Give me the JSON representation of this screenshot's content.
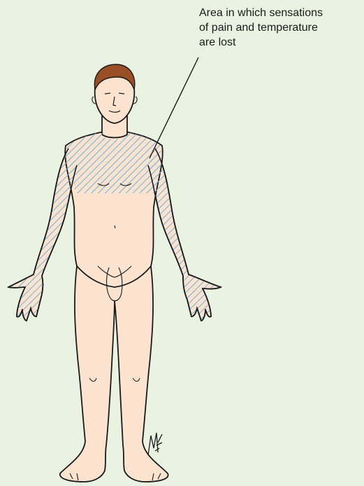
{
  "annotation": {
    "lines": [
      "Area in which sensations",
      "of pain and temperature",
      "are lost"
    ]
  },
  "artist_signature": "mf",
  "colors": {
    "background": "#eaf3e1",
    "skin": "#fce3cf",
    "outline": "#1a1a1a",
    "hatch": "#6fb3d9",
    "hair": "#9a4e26"
  }
}
